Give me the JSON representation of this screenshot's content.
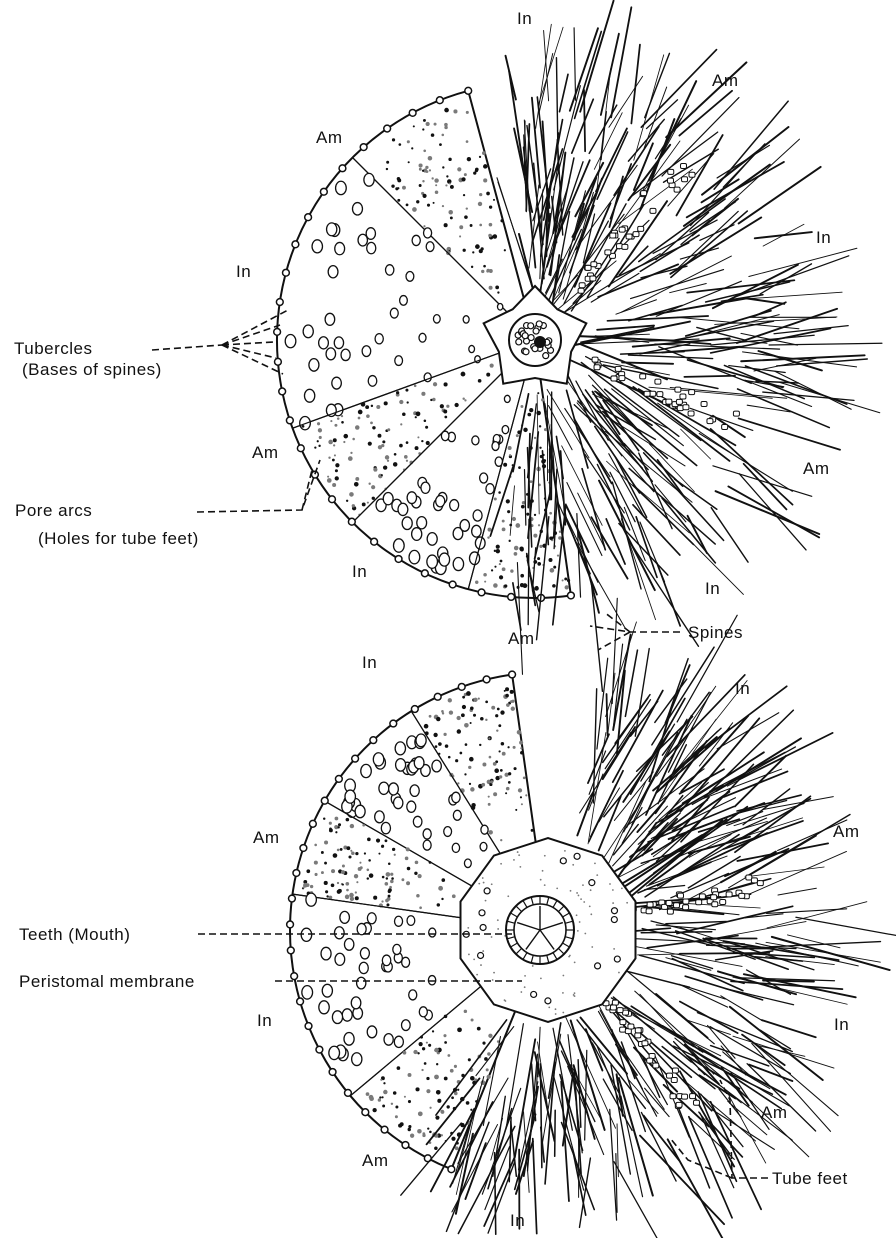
{
  "colors": {
    "ink": "#111111",
    "paper": "#ffffff",
    "stipple": "#7a7a7a"
  },
  "aboral_view": {
    "zone_labels": [
      "In",
      "Am",
      "Am",
      "In",
      "In",
      "Am",
      "Am",
      "In",
      "In",
      "Am"
    ],
    "callouts": {
      "tubercles": "Tubercles",
      "tubercles_note": "(Bases of spines)",
      "pore_arcs": "Pore arcs",
      "pore_arcs_note": "(Holes for tube feet)",
      "spines": "Spines"
    }
  },
  "oral_view": {
    "zone_labels": [
      "In",
      "In",
      "Am",
      "Am",
      "In",
      "In",
      "Am",
      "Am",
      "In"
    ],
    "callouts": {
      "teeth": "Teeth (Mouth)",
      "peristomal": "Peristomal membrane",
      "tube_feet": "Tube feet"
    }
  }
}
